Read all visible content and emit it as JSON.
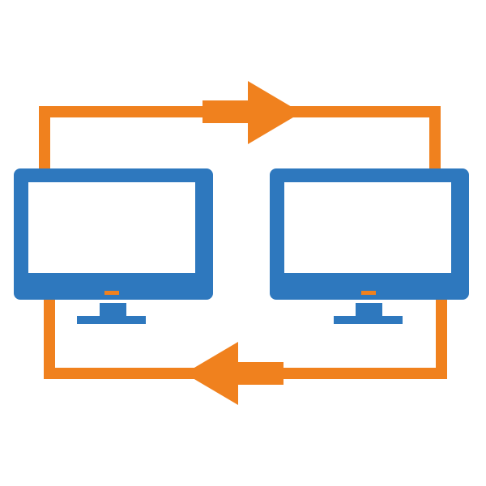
{
  "diagram": {
    "icon": "two-computers-sync-icon",
    "colors": {
      "monitor": "#2E78BE",
      "screen": "#FFFFFF",
      "led": "#F0811E",
      "arrow": "#F0811E",
      "background": "#FFFFFF"
    },
    "monitors": [
      {
        "name": "left-monitor",
        "icon": "monitor-icon"
      },
      {
        "name": "right-monitor",
        "icon": "monitor-icon"
      }
    ],
    "arrows": [
      {
        "name": "top-arrow",
        "icon": "arrow-right-icon",
        "direction": "right"
      },
      {
        "name": "bottom-arrow",
        "icon": "arrow-left-icon",
        "direction": "left"
      }
    ]
  }
}
